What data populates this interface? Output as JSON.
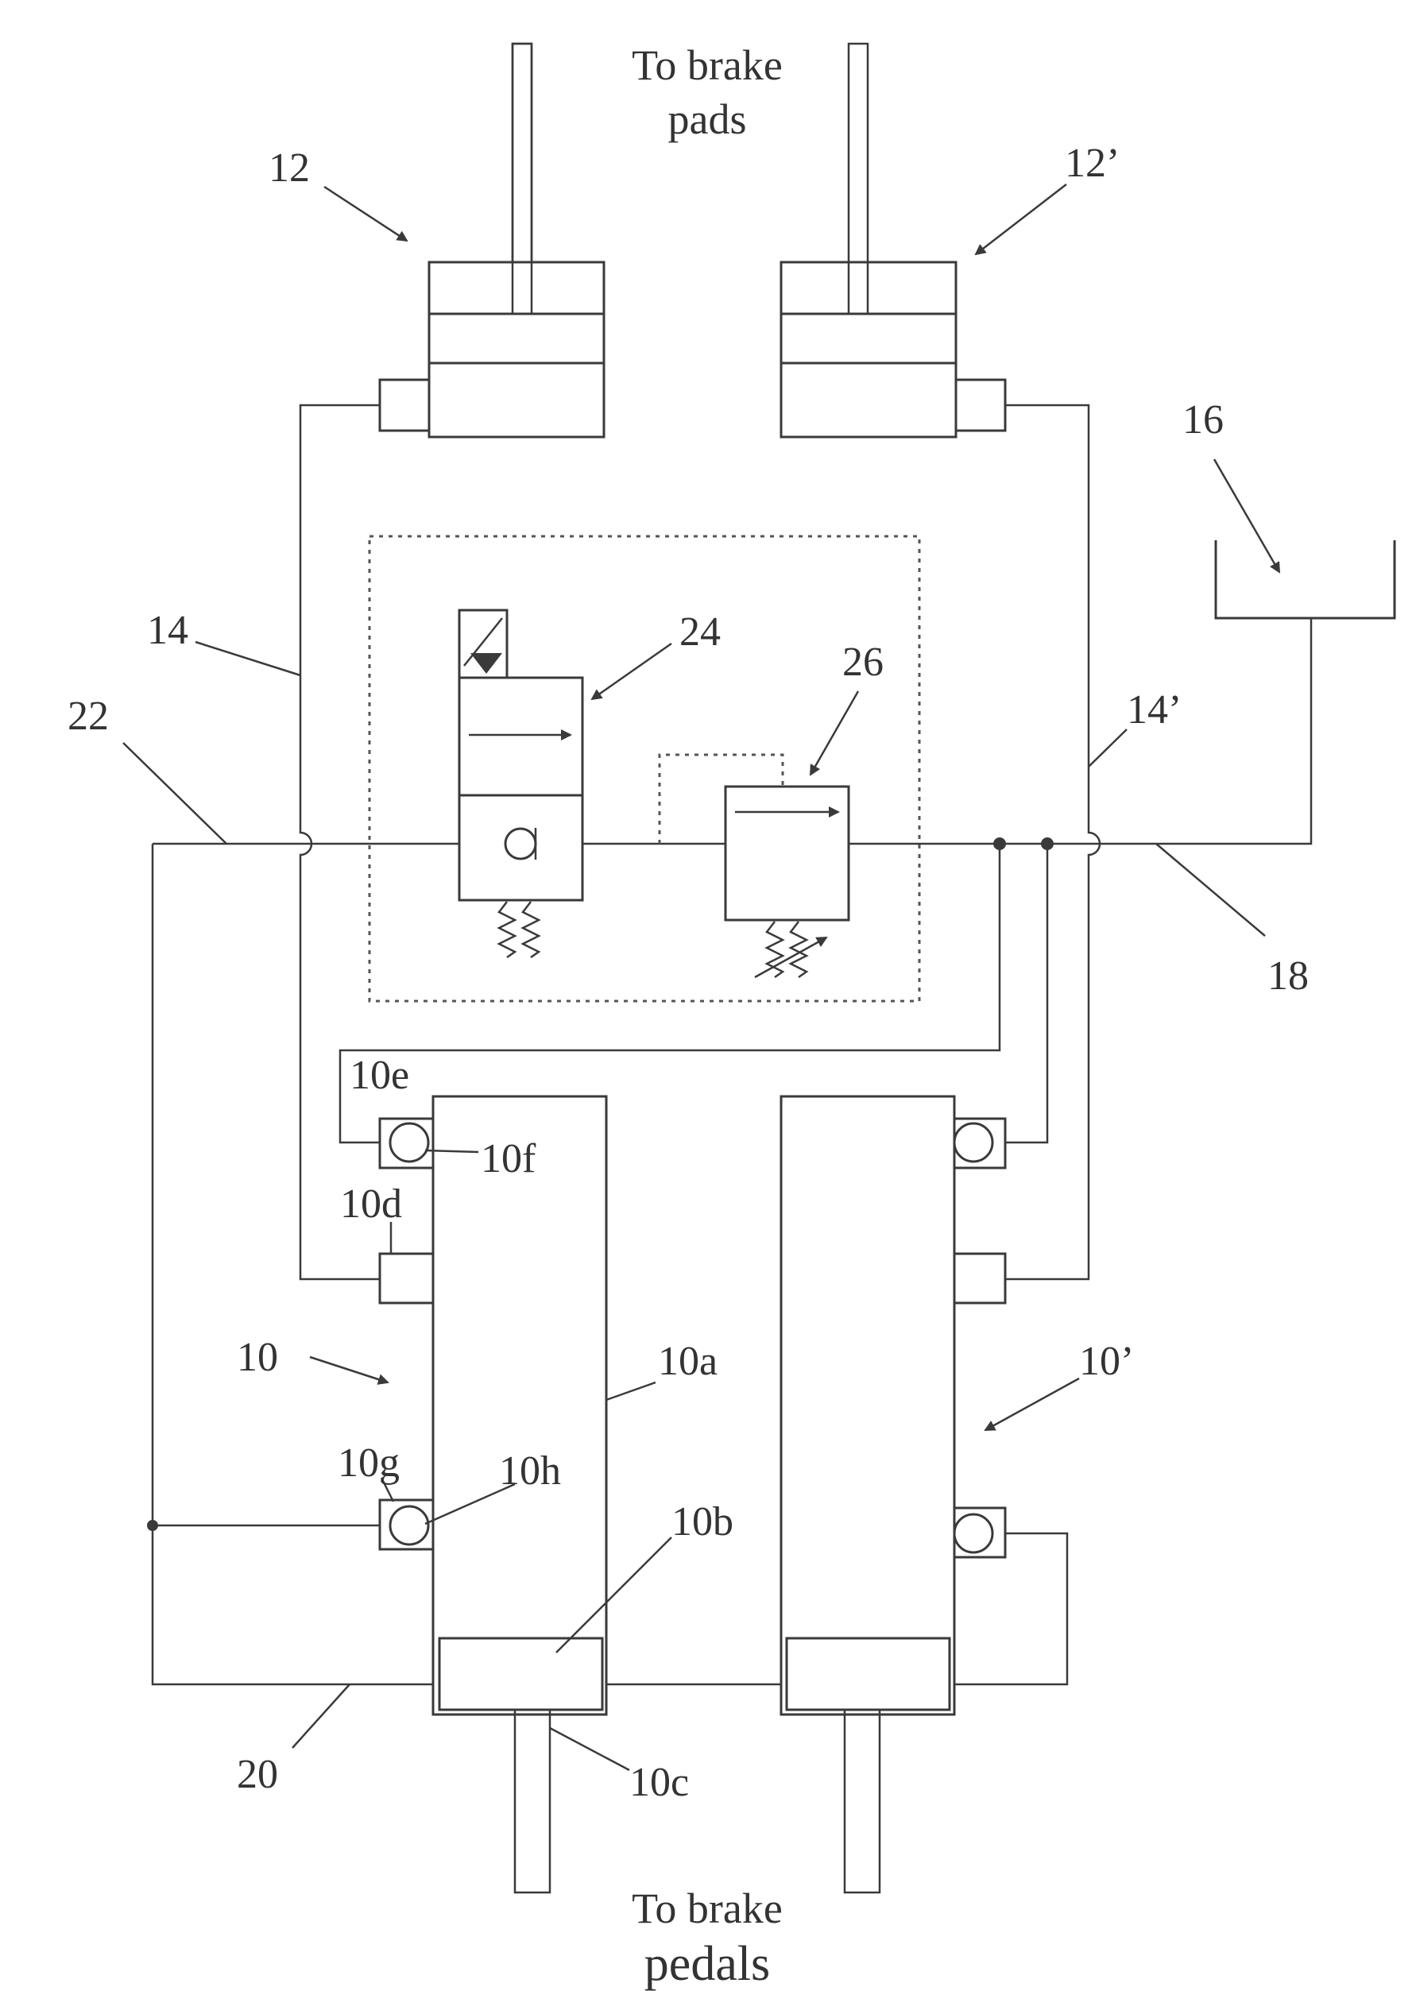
{
  "captions": {
    "top_line1": "To brake",
    "top_line2": "pads",
    "bottom_line1": "To brake",
    "bottom_line2": "pedals"
  },
  "labels": {
    "l12": "12",
    "l12p": "12’",
    "l16": "16",
    "l14": "14",
    "l14p": "14’",
    "l22": "22",
    "l24": "24",
    "l26": "26",
    "l18": "18",
    "l10e": "10e",
    "l10f": "10f",
    "l10d": "10d",
    "l10": "10",
    "l10a": "10a",
    "l10p": "10’",
    "l10g": "10g",
    "l10h": "10h",
    "l10b": "10b",
    "l20": "20",
    "l10c": "10c"
  }
}
